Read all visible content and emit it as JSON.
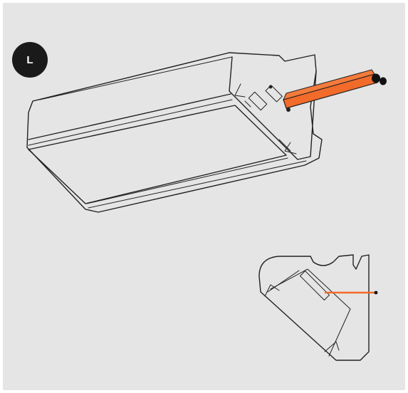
{
  "badge": {
    "label": "L"
  },
  "colors": {
    "background": "#e5e5e6",
    "badge": "#1a1a1a",
    "wire": "#f26b2a",
    "line": "#222222"
  },
  "icons": [
    "led-profile-3d-drawing",
    "profile-cross-section-drawing",
    "orange-wire-icon"
  ]
}
